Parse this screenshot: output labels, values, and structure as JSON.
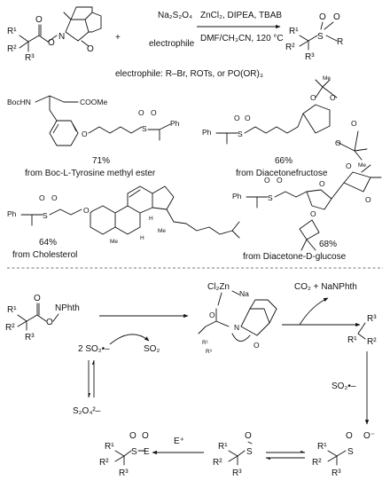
{
  "reaction": {
    "reagent_top": "Na₂S₂O₄",
    "reagent_bottom": "electrophile",
    "plus": "+",
    "conditions_line1": "ZnCl₂, DIPEA, TBAB",
    "conditions_line2": "DMF/CH₃CN, 120 °C",
    "electrophile_note": "electrophile: R–Br, ROTs, or PO(OR)₃",
    "atom_labels": {
      "r1": "R¹",
      "r2": "R²",
      "r3": "R³",
      "o": "O",
      "n": "N",
      "s": "S",
      "r": "R",
      "e": "E",
      "na": "Na",
      "zn": "Cl₂Zn"
    }
  },
  "examples": [
    {
      "yield": "71%",
      "source": "from Boc-L-Tyrosine methyl ester",
      "label_boc": "BocHN",
      "label_ester": "COOMe",
      "label_ph": "Ph",
      "label_o": "O",
      "label_s": "S"
    },
    {
      "yield": "66%",
      "source": "from Diacetonefructose",
      "label_ph": "Ph",
      "label_s": "S",
      "label_o": "O"
    },
    {
      "yield": "64%",
      "source": "from Cholesterol",
      "label_ph": "Ph",
      "label_s": "S",
      "label_o": "O",
      "label_me": "Me",
      "label_h": "H"
    },
    {
      "yield": "68%",
      "source": "from Diacetone-D-glucose",
      "label_ph": "Ph",
      "label_s": "S",
      "label_o": "O"
    }
  ],
  "mechanism": {
    "start_label": "NPhth",
    "so2_dimer": "2 SO₂•–",
    "so2_released": "SO₂",
    "dithionite": "S₂O₄²–",
    "byproduct": "CO₂ + NaNPhth",
    "so2_radical": "SO₂•–",
    "electrophile": "E⁺",
    "o_minus": "O⁻"
  }
}
